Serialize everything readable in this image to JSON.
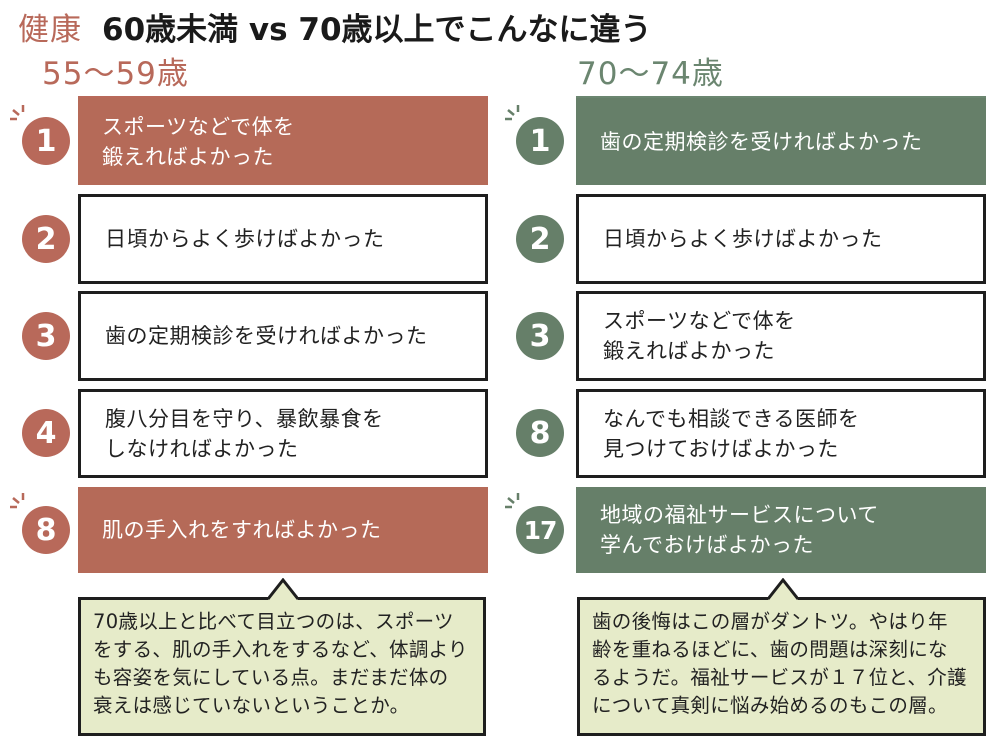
{
  "header": {
    "category": "健康",
    "title": "60歳未満 vs 70歳以上でこんなに違う"
  },
  "columns": {
    "left": {
      "age_label": "55〜59歳",
      "accent": "#b8695a",
      "items": [
        {
          "rank": "1",
          "text": "スポーツなどで体を\n鍛えればよかった",
          "highlight": true
        },
        {
          "rank": "2",
          "text": "日頃からよく歩けばよかった",
          "highlight": false
        },
        {
          "rank": "3",
          "text": "歯の定期検診を受ければよかった",
          "highlight": false
        },
        {
          "rank": "4",
          "text": "腹八分目を守り、暴飲暴食を\nしなければよかった",
          "highlight": false
        },
        {
          "rank": "8",
          "text": "肌の手入れをすればよかった",
          "highlight": true
        }
      ],
      "comment": "70歳以上と比べて目立つのは、スポーツ\nをする、肌の手入れをするなど、体調より\nも容姿を気にしている点。まだまだ体の\n衰えは感じていないということか。"
    },
    "right": {
      "age_label": "70〜74歳",
      "accent": "#667f69",
      "items": [
        {
          "rank": "1",
          "text": "歯の定期検診を受ければよかった",
          "highlight": true
        },
        {
          "rank": "2",
          "text": "日頃からよく歩けばよかった",
          "highlight": false
        },
        {
          "rank": "3",
          "text": "スポーツなどで体を\n鍛えればよかった",
          "highlight": false
        },
        {
          "rank": "8",
          "text": "なんでも相談できる医師を\n見つけておけばよかった",
          "highlight": false
        },
        {
          "rank": "17",
          "text": "地域の福祉サービスについて\n学んでおけばよかった",
          "highlight": true
        }
      ],
      "comment": "歯の後悔はこの層がダントツ。やはり年\n齢を重ねるほどに、歯の問題は深刻にな\nるようだ。福祉サービスが１７位と、介護\nについて真剣に悩み始めるのもこの層。"
    }
  },
  "colors": {
    "red_accent": "#b8695a",
    "green_accent": "#667f69",
    "callout_bg": "#e6ebc9",
    "border": "#1e1e1e"
  }
}
